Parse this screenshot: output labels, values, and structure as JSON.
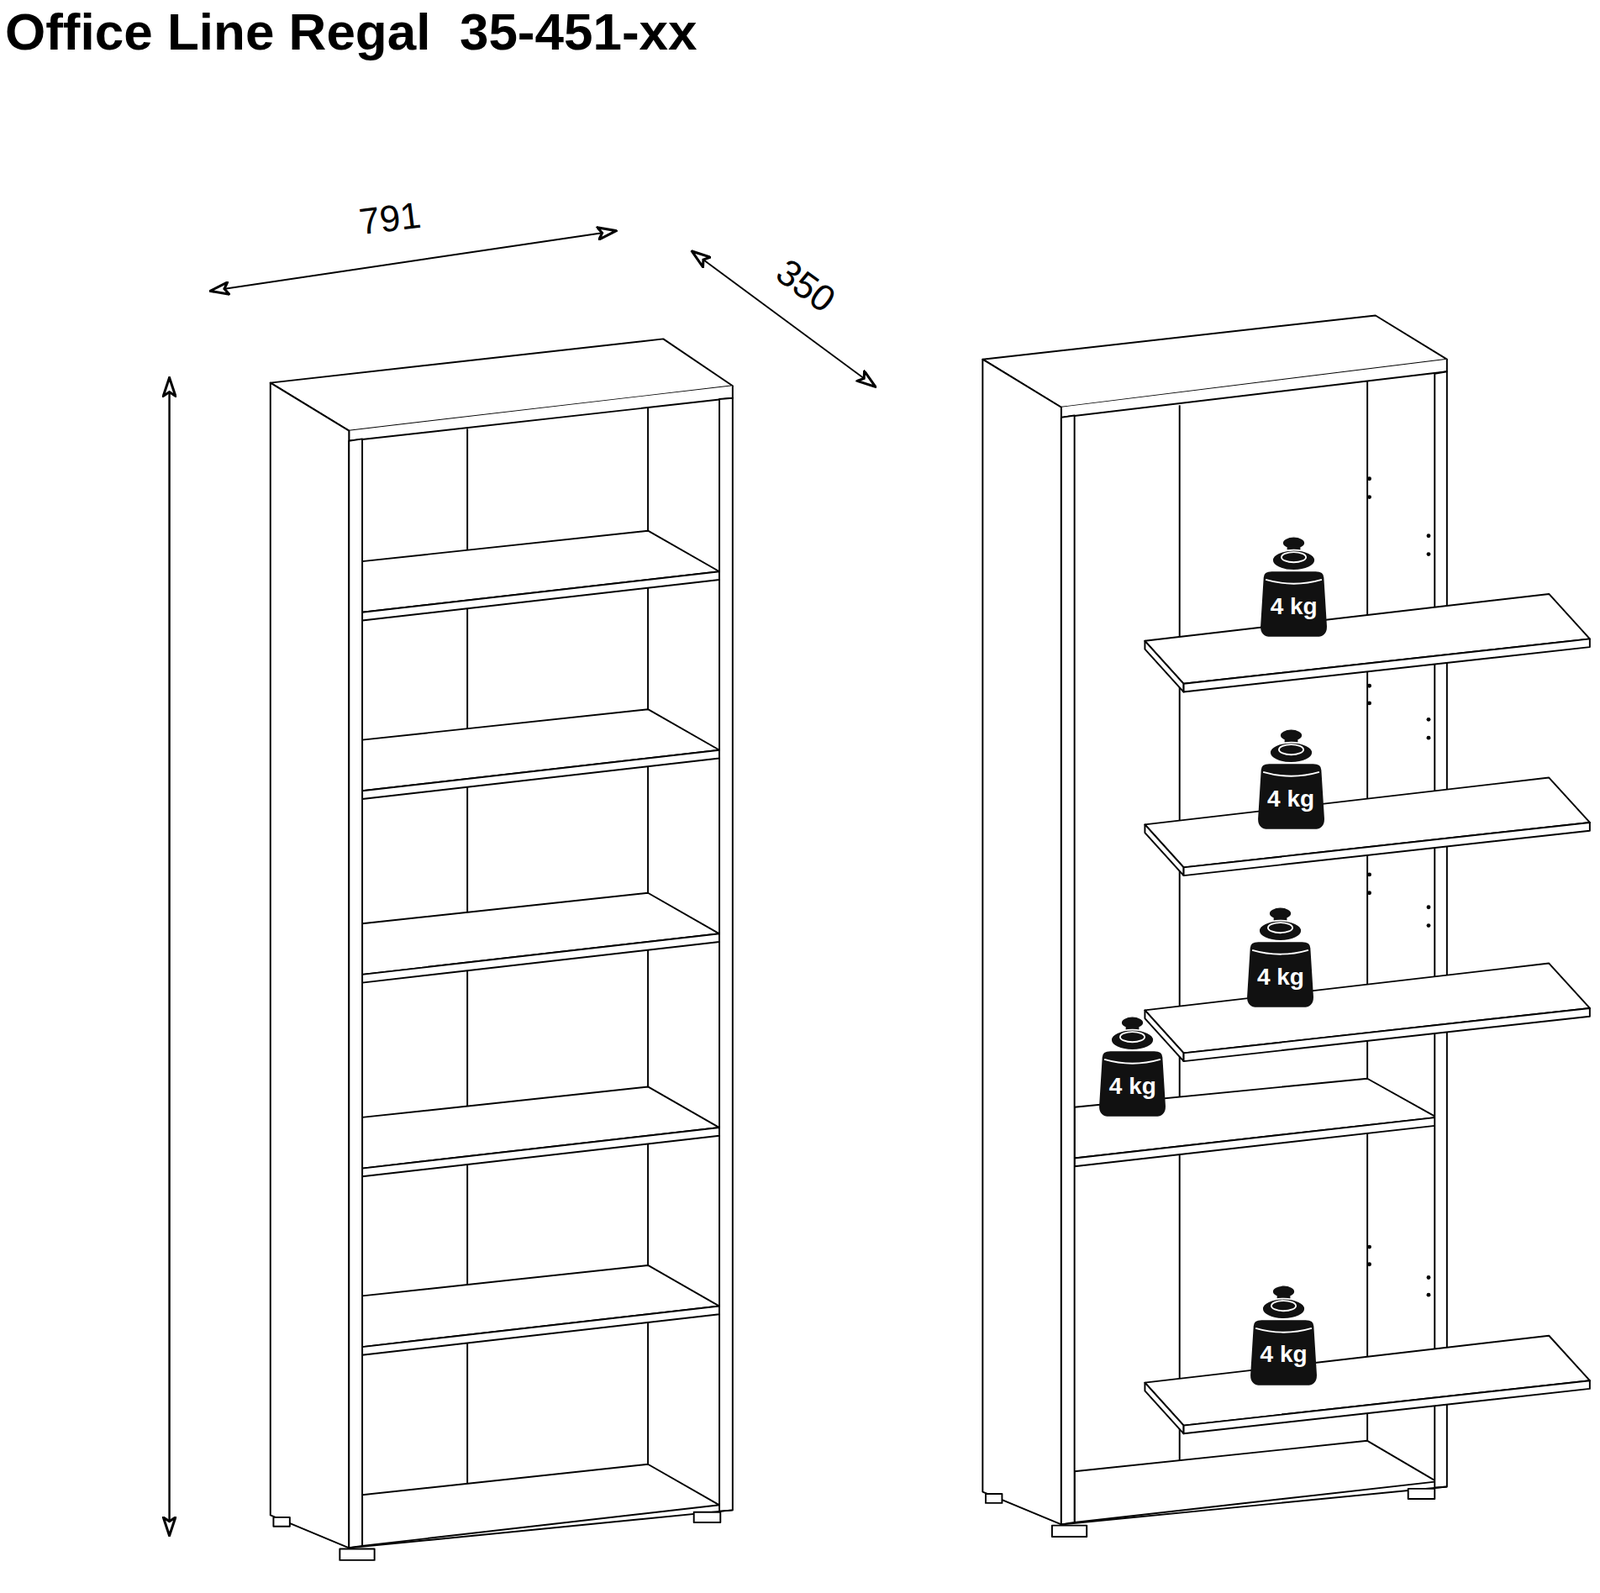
{
  "diagram": {
    "title": "Office Line Regal  35-451-xx",
    "nodes": [
      {
        "text": [
          "4 kg"
        ]
      },
      {
        "text": [
          "4 kg"
        ]
      },
      {
        "text": [
          "4 kg"
        ]
      },
      {
        "text": [
          "4 kg"
        ]
      },
      {
        "text": [
          "4 kg"
        ]
      }
    ],
    "labels": [
      "791",
      "350"
    ]
  }
}
